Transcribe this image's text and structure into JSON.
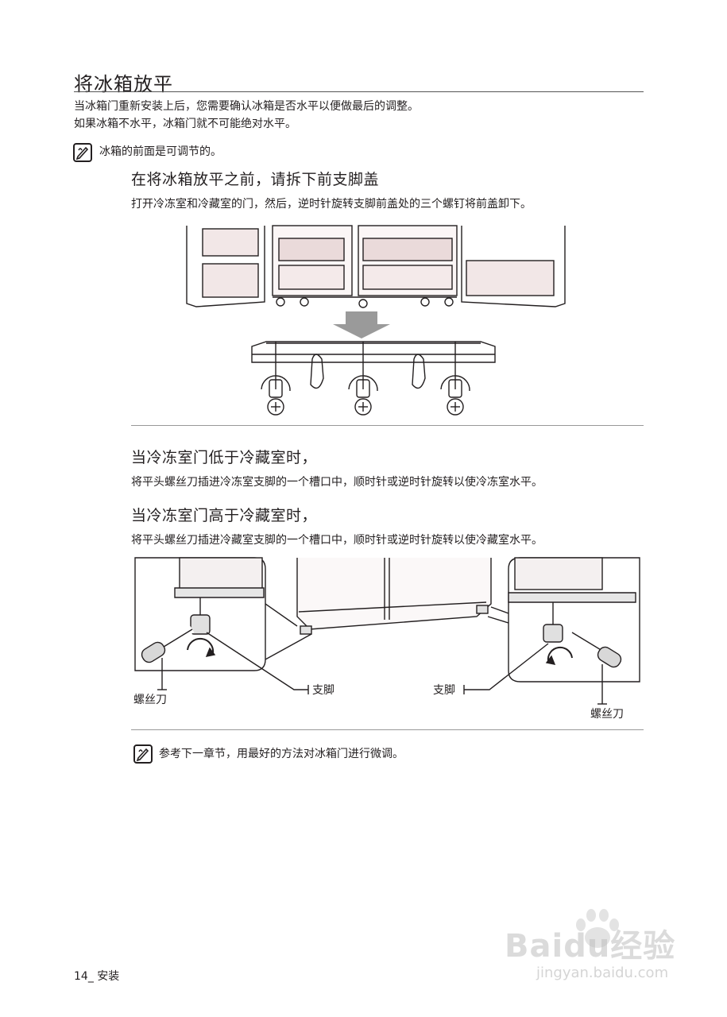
{
  "page": {
    "title": "将冰箱放平",
    "intro_line1": "当冰箱门重新安装上后，您需要确认冰箱是否水平以便做最后的调整。",
    "intro_line2": "如果冰箱不水平，冰箱门就不可能绝对水平。",
    "note1": "冰箱的前面是可调节的。",
    "section1_heading": "在将冰箱放平之前，请拆下前支脚盖",
    "section1_text": "打开冷冻室和冷藏室的门，然后，逆时针旋转支脚前盖处的三个螺钉将前盖卸下。",
    "section2_heading": "当冷冻室门低于冷藏室时，",
    "section2_text": "将平头螺丝刀插进冷冻室支脚的一个槽口中，顺时针或逆时针旋转以使冷冻室水平。",
    "section3_heading": "当冷冻室门高于冷藏室时，",
    "section3_text": "将平头螺丝刀插进冷藏室支脚的一个槽口中，顺时针或逆时针旋转以使冷藏室水平。",
    "labels": {
      "screwdriver_left": "螺丝刀",
      "foot_left": "支脚",
      "foot_right": "支脚",
      "screwdriver_right": "螺丝刀"
    },
    "note2": "参考下一章节，用最好的方法对冰箱门进行微调。",
    "footer": "14_ 安装",
    "watermark_main": "Baidu经验",
    "watermark_url": "jingyan.baidu.com"
  }
}
